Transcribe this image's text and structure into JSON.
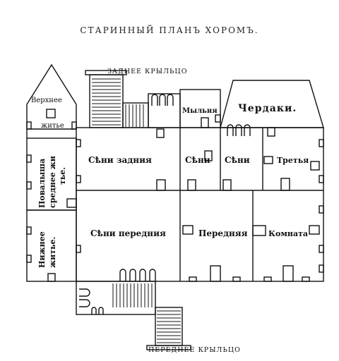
{
  "title": "СТАРИННЫЙ ПЛАНЪ ХОРОМЪ.",
  "porches": {
    "back": "ЗАДНЕЕ КРЫЛЬЦО",
    "front": "ПЕРЕДНЕЕ КРЫЛЬЦО"
  },
  "rooms": {
    "upper_living": {
      "line1": "Верхнее",
      "line2": "житье"
    },
    "middle_living": {
      "line1": "Повалыша",
      "line2": "среднее жи",
      "line3": "тье."
    },
    "lower_living": {
      "line1": "Нижнее",
      "line2": "житье."
    },
    "washroom": "Мыльня",
    "attics": "Чердаки.",
    "back_passage": "Сѣни задния",
    "passage_2": "Сѣни",
    "passage_3": "Сѣни",
    "third": "Третья",
    "front_passage": "Сѣни передния",
    "front_room": "Передняя",
    "chamber": "Комната"
  },
  "colors": {
    "ink": "#111111",
    "paper": "#ffffff"
  }
}
